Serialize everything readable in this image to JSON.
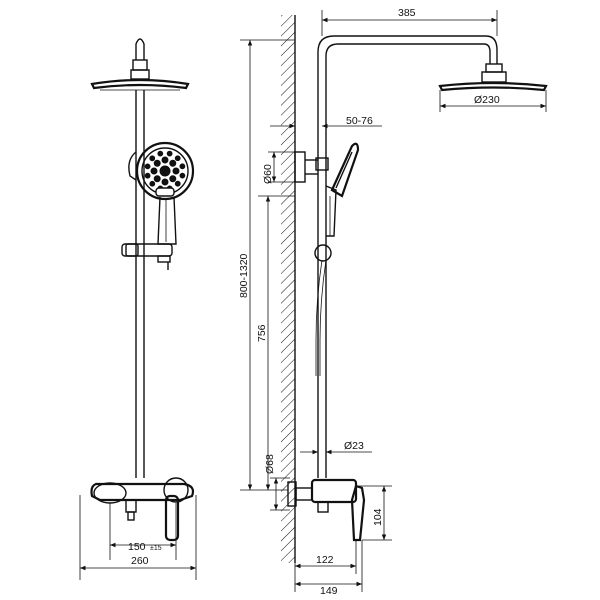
{
  "dimensions": {
    "arm_length": "385",
    "head_diameter": "Ø230",
    "wall_distance": "50-76",
    "bracket_diameter": "Ø60",
    "height_range": "800-1320",
    "rail_height": "756",
    "pipe_diameter": "Ø23",
    "base_diameter": "Ø68",
    "mixer_height": "104",
    "centers": "150",
    "centers_tolerance": "±15",
    "total_width": "260",
    "projection_mixer": "122",
    "projection_total": "149"
  },
  "colors": {
    "line": "#111111",
    "background": "#ffffff"
  }
}
